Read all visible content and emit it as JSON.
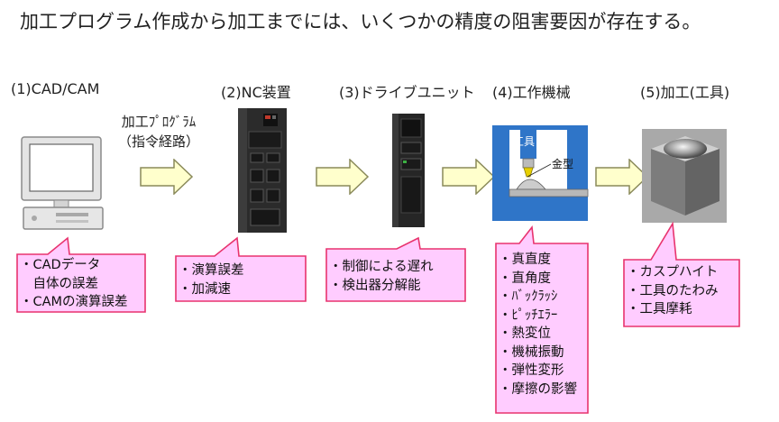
{
  "title": "加工プログラム作成から加工までには、いくつかの精度の阻害要因が存在する。",
  "stages": [
    {
      "label": "(1)CAD/CAM"
    },
    {
      "label": "(2)NC装置"
    },
    {
      "label": "(3)ドライブユニット"
    },
    {
      "label": "(4)工作機械"
    },
    {
      "label": "(5)加工(工具)"
    }
  ],
  "flow_caption": [
    "加工ﾌﾟﾛｸﾞﾗﾑ",
    "（指令経路）"
  ],
  "machine_labels": {
    "tool": "工具",
    "mold": "金型"
  },
  "callouts": [
    {
      "lines": [
        "・CADデータ",
        "　自体の誤差",
        "・CAMの演算誤差"
      ]
    },
    {
      "lines": [
        "・演算誤差",
        "・加減速"
      ]
    },
    {
      "lines": [
        "・制御による遅れ",
        "・検出器分解能"
      ]
    },
    {
      "lines": [
        "・真直度",
        "・直角度",
        "・ﾊﾞｯｸﾗｯｼ",
        "・ﾋﾟｯﾁｴﾗｰ",
        "・熱変位",
        "・機械振動",
        "・弾性変形",
        "・摩擦の影響"
      ]
    },
    {
      "lines": [
        "・カスプハイト",
        "・工具のたわみ",
        "・工具摩耗"
      ]
    }
  ],
  "colors": {
    "callout_fill": "#ffccff",
    "callout_stroke": "#e8336e",
    "arrow_fill": "#ffffcc",
    "arrow_stroke": "#8a8a5a",
    "machine_blue": "#2f75c8"
  }
}
